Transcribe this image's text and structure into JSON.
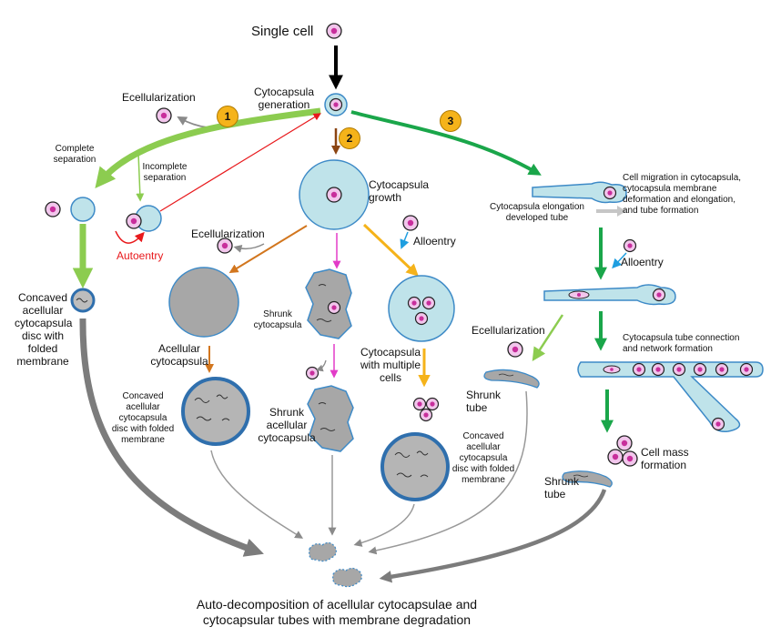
{
  "title": "Single cell",
  "caption": {
    "line1": "Auto-decomposition of acellular cytocapsulae and",
    "line2": "cytocapsular tubes with membrane degradation"
  },
  "badges": [
    "1",
    "2",
    "3"
  ],
  "top": {
    "generation_line1": "Cytocapsula",
    "generation_line2": "generation",
    "ecellularization": "Ecellularization"
  },
  "path1": {
    "complete_line1": "Complete",
    "complete_line2": "separation",
    "incomplete_line1": "Incomplete",
    "incomplete_line2": "separation",
    "autoentry": "Autoentry",
    "disc_lines": [
      "Concaved",
      "acellular",
      "cytocapsula",
      "disc with",
      "folded",
      "membrane"
    ]
  },
  "path2": {
    "growth_line1": "Cytocapsula",
    "growth_line2": "growth",
    "ecellularization": "Ecellularization",
    "alloentry": "Alloentry",
    "acellular_line1": "Acellular",
    "acellular_line2": "cytocapsula",
    "shrunk_line1": "Shrunk",
    "shrunk_line2": "cytocapsula",
    "multiple_lines": [
      "Cytocapsula",
      "with multiple",
      "cells"
    ],
    "left_disc_lines": [
      "Concaved",
      "acellular",
      "cytocapsula",
      "disc with folded",
      "membrane"
    ],
    "shrunk_acellular_lines": [
      "Shrunk",
      "acellular",
      "cytocapsula"
    ],
    "right_disc_lines": [
      "Concaved",
      "acellular",
      "cytocapsula",
      "disc with folded",
      "membrane"
    ]
  },
  "path3": {
    "elongation_line1": "Cytocapsula elongation",
    "elongation_line2": "developed  tube",
    "migration_lines": [
      "Cell migration in cytocapsula,",
      "cytocapsula membrane",
      "deformation and elongation,",
      "and tube formation"
    ],
    "alloentry": "Alloentry",
    "ecellularization": "Ecellularization",
    "shrunk_tube_line1": "Shrunk",
    "shrunk_tube_line2": "tube",
    "network_line1": "Cytocapsula tube connection",
    "network_line2": "and network formation",
    "cell_mass_line1": "Cell mass",
    "cell_mass_line2": "formation",
    "shrunk_tube2_line1": "Shrunk",
    "shrunk_tube2_line2": "tube"
  },
  "colors": {
    "light_green": "#8ccc50",
    "dark_green": "#1aa64a",
    "brown": "#8b4513",
    "orange": "#d2761e",
    "magenta": "#e23cc8",
    "yellow": "#f5b31a",
    "gray_arrow": "#7c7c7c",
    "capsule_fill": "#bfe3ea",
    "capsule_stroke": "#3d8ac7",
    "cell_fill": "#f2c6ec",
    "nucleus": "#c82e9c",
    "acellular_fill": "#a7a7a7",
    "badge": "#f5b31a"
  }
}
